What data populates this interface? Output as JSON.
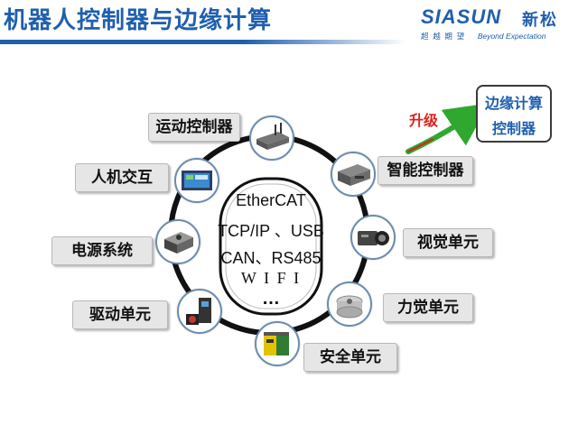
{
  "title": "机器人控制器与边缘计算",
  "logo": {
    "brand": "SIASUN",
    "brand_cn": "新松",
    "tagline_cn": "超 越 期 望",
    "tagline_en": "Beyond Expectation"
  },
  "protocols": [
    "EtherCAT",
    "TCP/IP 、USB",
    "CAN、RS485",
    "W I F I",
    "…"
  ],
  "modules": {
    "motion_controller": "运动控制器",
    "hmi": "人机交互",
    "power_system": "电源系统",
    "drive_unit": "驱动单元",
    "safety_unit": "安全单元",
    "force_unit": "力觉单元",
    "vision_unit": "视觉单元",
    "smart_controller": "智能控制器"
  },
  "upgrade": {
    "label": "升级",
    "target_line1": "边缘计算",
    "target_line2": "控制器"
  },
  "colors": {
    "title_blue": "#1f5fae",
    "ring": "#111111",
    "upgrade_red": "#e0201b",
    "arrow_green": "#2fa830"
  }
}
